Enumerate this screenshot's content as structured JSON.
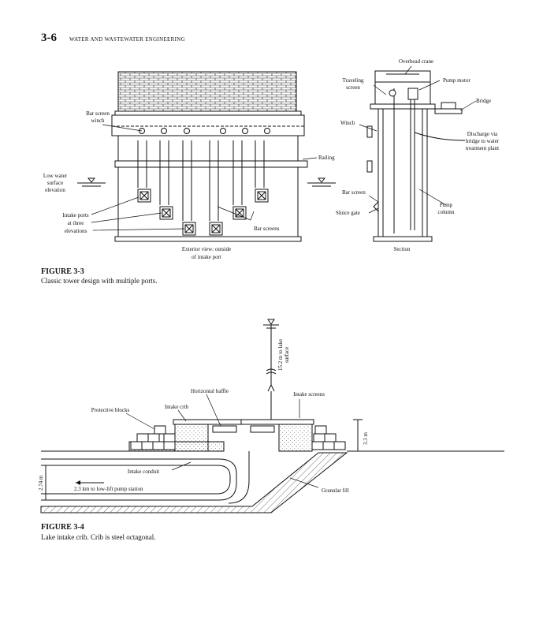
{
  "header": {
    "page_number": "3-6",
    "running_title": "WATER AND WASTEWATER ENGINEERING"
  },
  "figure3": {
    "label": "FIGURE 3-3",
    "caption": "Classic tower design with multiple ports.",
    "labels": {
      "bar_screen_winch": [
        "Bar screen",
        "winch"
      ],
      "low_water": [
        "Low water",
        "surface",
        "elevation"
      ],
      "intake_ports": [
        "Intake ports",
        "at three",
        "elevations"
      ],
      "bar_screens": "Bar screens",
      "railing": "Railing",
      "exterior_view": [
        "Exterior view: outside",
        "of intake port"
      ],
      "overhead_crane": "Overhead crane",
      "traveling_screen": [
        "Traveling",
        "screen"
      ],
      "pump_motor": "Pump motor",
      "bridge": "Bridge",
      "winch": "Winch",
      "discharge": [
        "Discharge via",
        "bridge to water",
        "treatment plant"
      ],
      "bar_screen": "Bar screen",
      "sluice_gate": "Sluice gate",
      "pump_column": [
        "Pump",
        "column"
      ],
      "section": "Section"
    }
  },
  "figure4": {
    "label": "FIGURE 3-4",
    "caption": "Lake intake crib. Crib is steel octagonal.",
    "labels": {
      "lake_surface": [
        "15.2 m to lake",
        "surface"
      ],
      "horizontal_baffle": "Horizontal baffle",
      "intake_crib": "Intake crib",
      "intake_screens": "Intake screens",
      "protective_blocks": "Protective blocks",
      "dim_33": "3.3 m",
      "dim_274": "2.74 m",
      "intake_conduit": "Intake conduit",
      "to_pump_station": "2.3 km to low-lift pump station",
      "granular_fill": "Granular fill"
    }
  }
}
